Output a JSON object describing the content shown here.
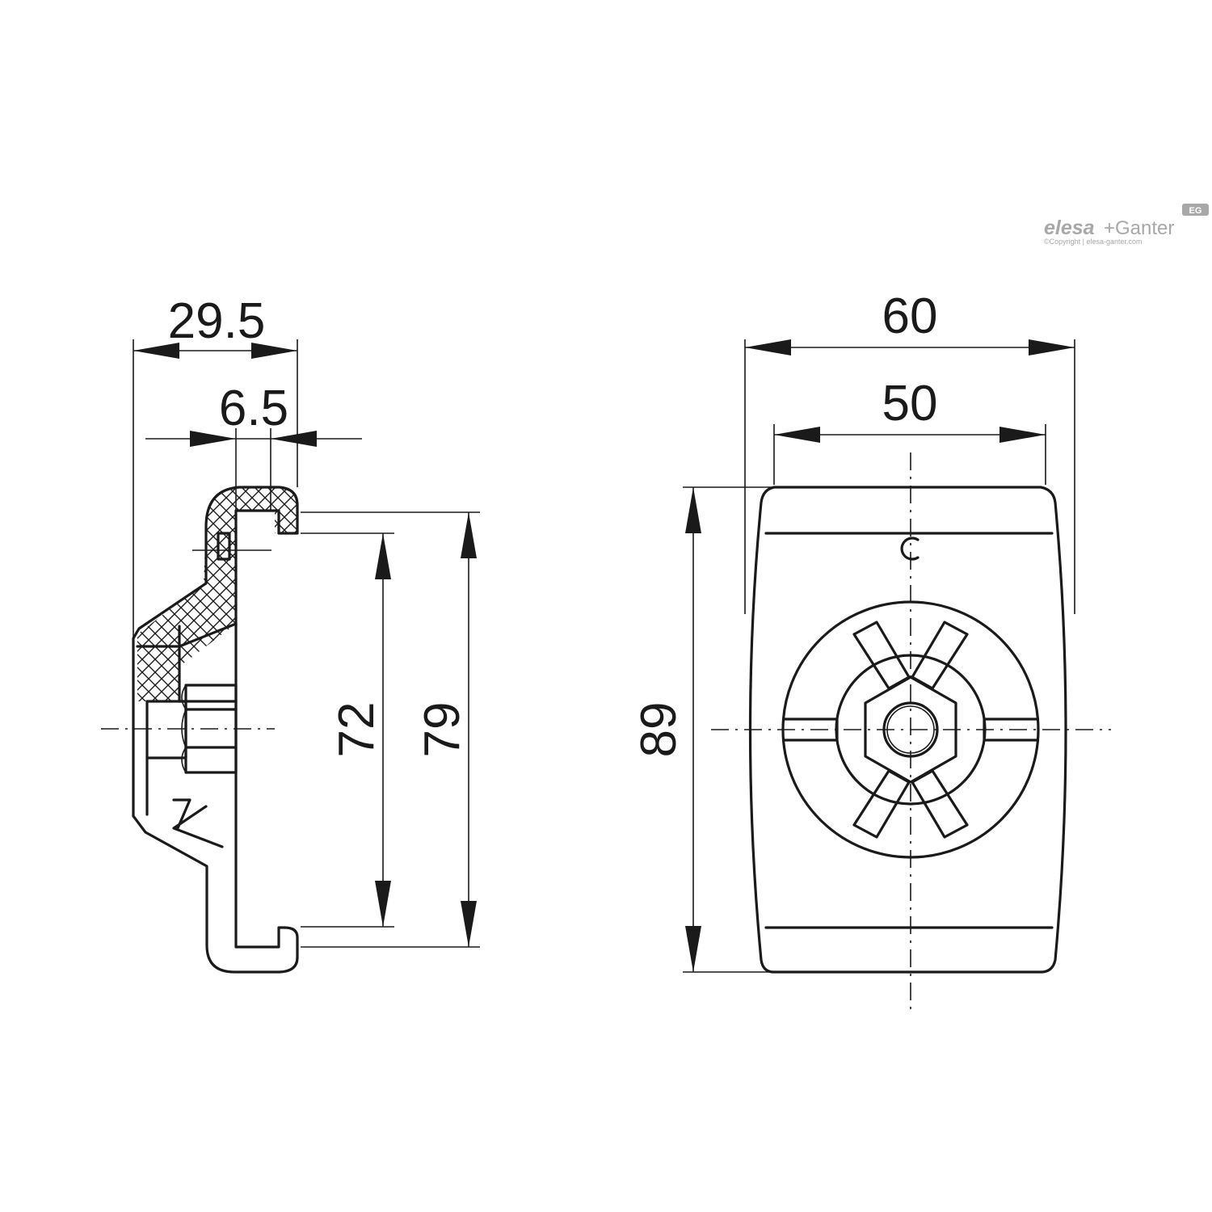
{
  "brand": {
    "name_part1": "elesa",
    "name_part2": "+Ganter",
    "badge": "EG",
    "copyright": "©Copyright | elesa-ganter.com"
  },
  "dimensions": {
    "side_overall_depth": "29.5",
    "side_lip_depth": "6.5",
    "side_inner_height": "72",
    "side_outer_height": "79",
    "front_overall_width": "60",
    "front_face_width": "50",
    "front_height": "89"
  },
  "colors": {
    "line": "#1a1a1a",
    "brand": "#a8a8a8"
  }
}
